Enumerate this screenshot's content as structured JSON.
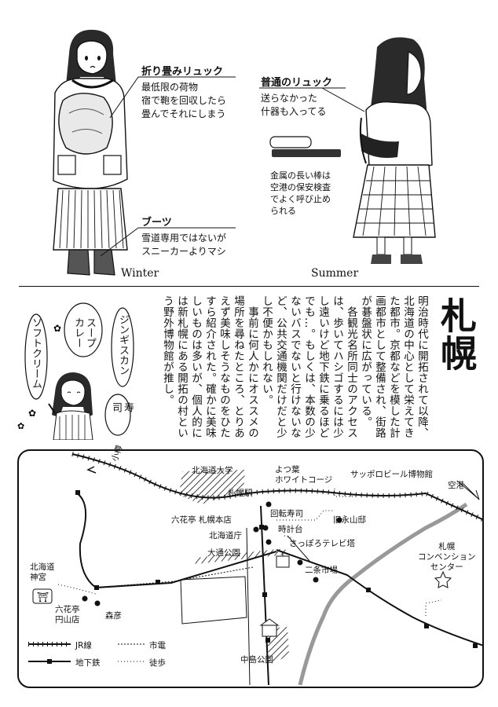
{
  "winter": {
    "backpack_title": "折り畳みリュック",
    "backpack_text": "最低限の荷物\n宿で鞄を回収したら\n畳んでそれにしまう",
    "boots_title": "ブーツ",
    "boots_text": "雪道専用ではないが\nスニーカーよりマシ",
    "season_label": "Winter"
  },
  "summer": {
    "backpack_title": "普通のリュック",
    "backpack_text": "送らなかった\n什器も入ってる",
    "rod_text": "金属の長い棒は\n空港の保安検査\nでよく呼び止め\nられる",
    "season_label": "Summer"
  },
  "city": {
    "name": "札幌",
    "text": "明治時代に開拓されて以降、\n北海道の中心として栄えてき\nた都市。京都などを模した計\n画都市として整備され、街路\nが碁盤状に広がっている。\n　各観光名所同士のアクセス\nは、歩いてハシゴするには少\nし遠いけど地下鉄に乗るほど\nでも…。もしくは、本数の少\nないバスでないと行けないな\nど、公共交通機関だけだと少\nし不便かもしれない。\n　事前に何人かにオススメの\n場所を尋ねたところ、とりあ\nえず美味しそうなものをひた\nすら紹介された。確かに美味\nしいものは多いが、個人的に\nは新札幌にある開拓の村とい\nう野外博物館が推し。"
  },
  "bubbles": {
    "soft_cream": "ソフトクリーム",
    "soup_curry": "スープ\nカレー",
    "jingisukan": "ジンギスカン",
    "sushi": "寿\n司"
  },
  "map": {
    "otaru": "小樽",
    "hokudai": "北海道大学",
    "yotsuba": "よつ葉\nホワイトコージ",
    "sapporo_beer": "サッポロビール博物館",
    "airport": "空港",
    "sapporo_station": "札幌駅",
    "rokkatei_honten": "六花亭 札幌本店",
    "kaiten_sushi": "回転寿司",
    "kyu_nagayama": "旧永山邸",
    "hokkaido_office": "北海道庁",
    "tokeidai": "時計台",
    "tv_tower": "さっぽろテレビ塔",
    "odori_park": "大通公園",
    "nijo_market": "二条市場",
    "convention": "札幌\nコンベンション\nセンター",
    "shrine": "北海道\n神宮",
    "rokkatei_maruyama": "六花亭\n円山店",
    "morihiko": "森彦",
    "nakajima_park": "中島公園",
    "legend_jr": "JR線",
    "legend_subway": "地下鉄",
    "legend_tram": "市電",
    "legend_walk": "徒歩"
  }
}
